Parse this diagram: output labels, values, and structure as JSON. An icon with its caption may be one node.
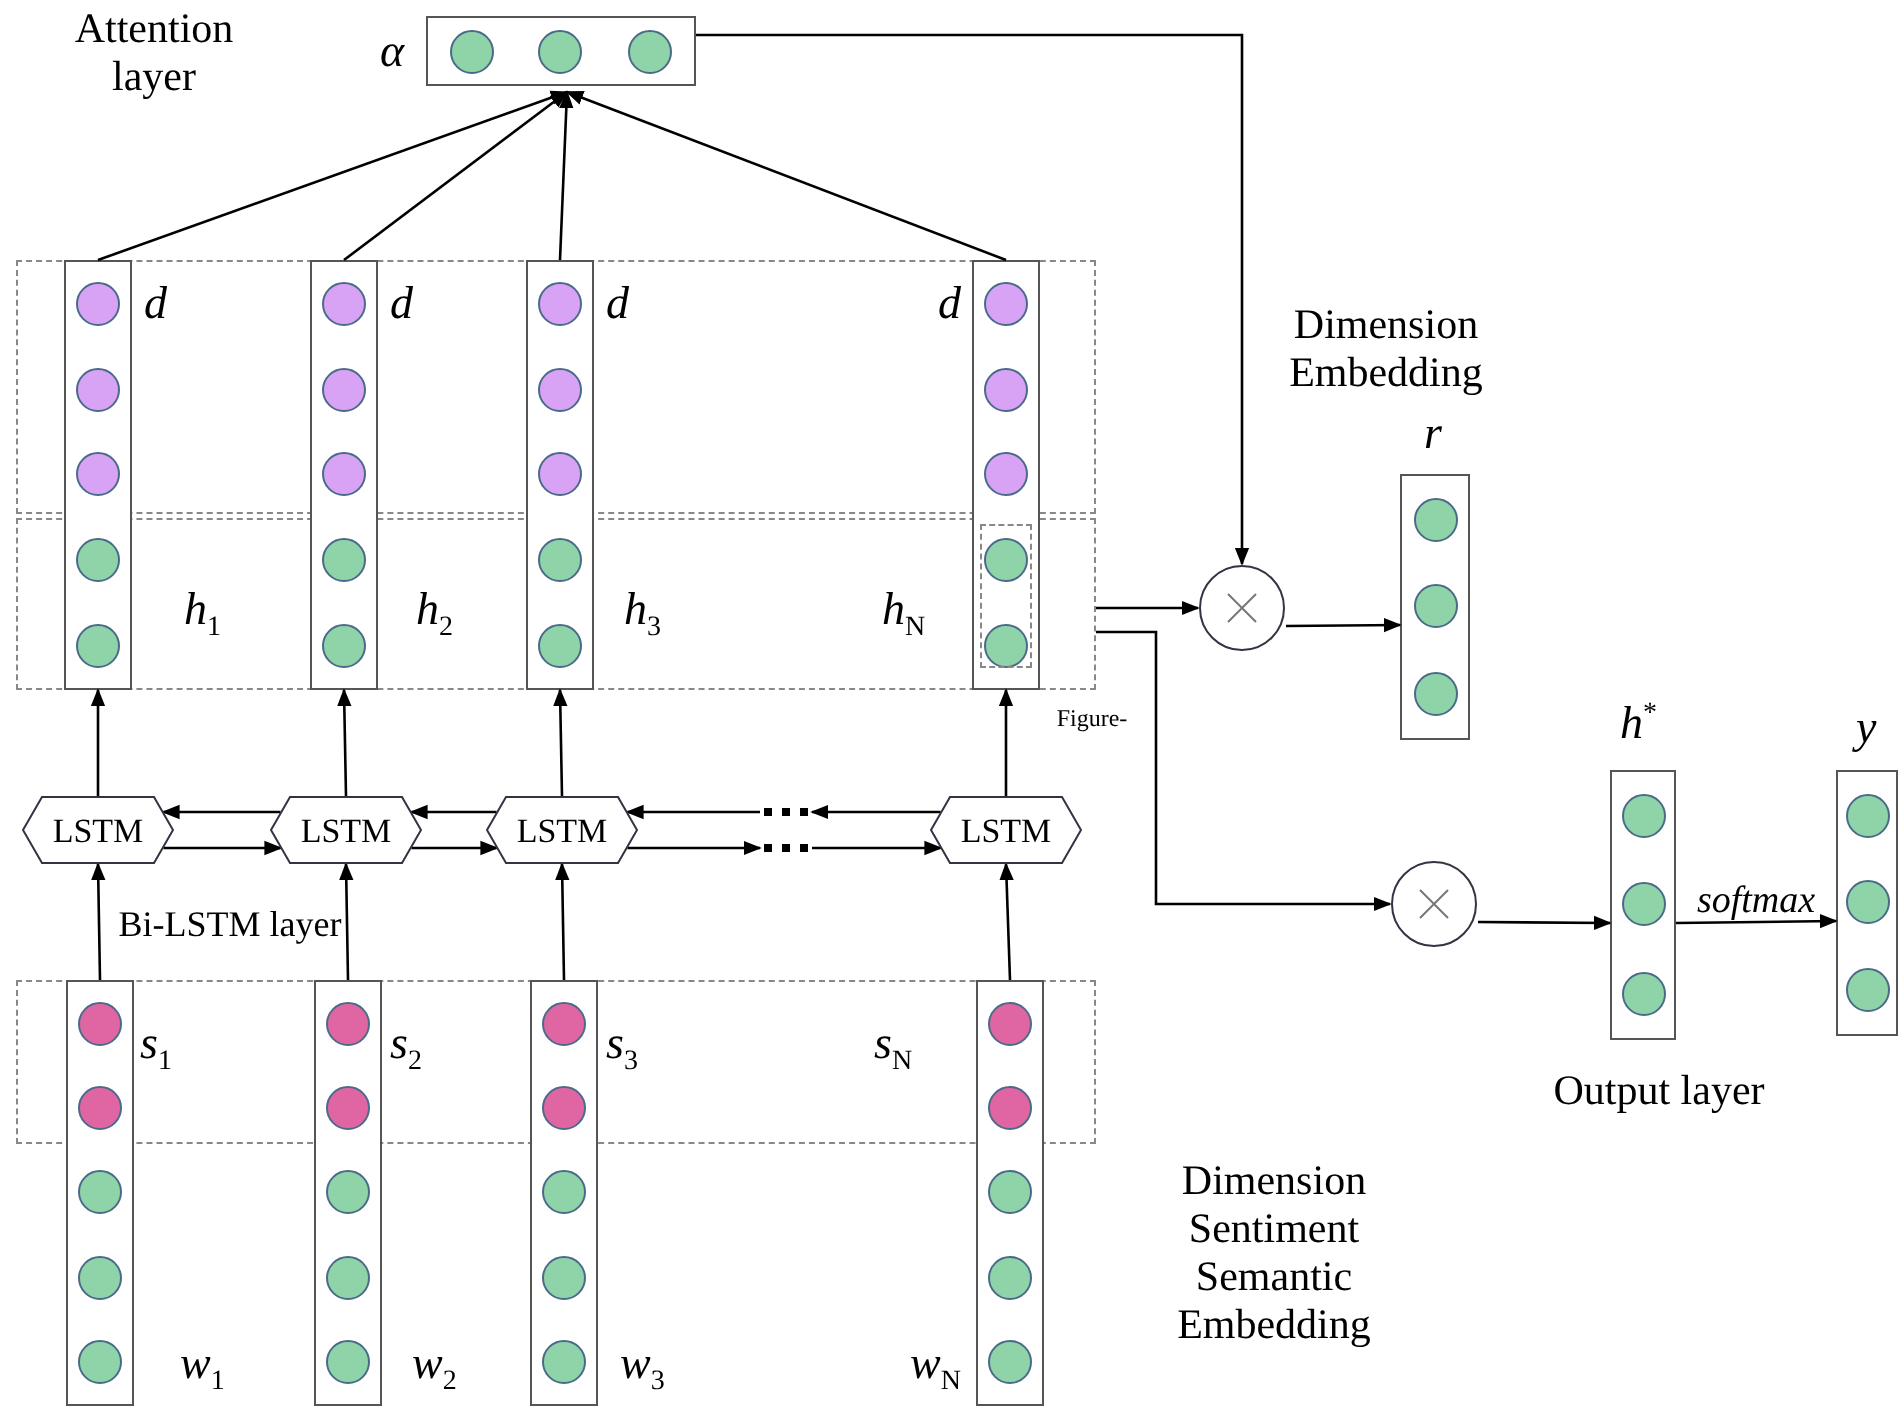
{
  "diagram": {
    "nodes": [
      {
        "text": [],
        "shape": "box",
        "beside": [
          "α"
        ]
      },
      {
        "text": [
          "h$_{1}$",
          "h$_{2}$",
          "h$_{3}$",
          "h$_{N}$"
        ]
      },
      {
        "text": [],
        "shape": "box",
        "beside": [
          "d"
        ]
      },
      {
        "text": [],
        "shape": "box",
        "beside": [
          "d"
        ]
      },
      {
        "text": [],
        "shape": "box",
        "beside": [
          "d"
        ]
      },
      {
        "text": [],
        "shape": "box",
        "beside": [
          "d"
        ]
      },
      {
        "text": [
          "LSTM"
        ]
      },
      {
        "text": [
          "LSTM"
        ]
      },
      {
        "text": [
          "LSTM"
        ]
      },
      {
        "text": [
          "LSTM"
        ]
      },
      {
        "text": [],
        "shape": "dots"
      },
      {
        "text": [
          "s$_{1}$",
          "s$_{2}$",
          "s$_{3}$",
          "s$_{N}$"
        ]
      },
      {
        "text": [],
        "shape": "box",
        "beside": [
          "w$_{1}$"
        ]
      },
      {
        "text": [],
        "shape": "box",
        "beside": [
          "w$_{2}$"
        ]
      },
      {
        "text": [],
        "shape": "box",
        "beside": [
          "w$_{3}$"
        ]
      },
      {
        "text": [],
        "shape": "box",
        "beside": [
          "w$_{N}$"
        ]
      },
      {
        "text": [],
        "shape": "circle"
      },
      {
        "text": [],
        "shape": "box",
        "beside": [
          "r"
        ]
      },
      {
        "text": [],
        "shape": "circle"
      },
      {
        "text": [],
        "shape": "box",
        "beside": [
          "h$^{*}$"
        ]
      },
      {
        "text": [],
        "shape": "box",
        "beside": [
          "y"
        ]
      }
    ],
    "edges": [
      {
        "from": 2,
        "to": 0,
        "arrow": "to"
      },
      {
        "from": 3,
        "to": 0,
        "arrow": "to"
      },
      {
        "from": 4,
        "to": 0,
        "arrow": "to"
      },
      {
        "from": 5,
        "to": 0,
        "arrow": "to"
      },
      {
        "from": 0,
        "to": 16,
        "arrow": "to"
      },
      {
        "from": 6,
        "to": 2,
        "arrow": "to"
      },
      {
        "from": 7,
        "to": 3,
        "arrow": "to"
      },
      {
        "from": 8,
        "to": 4,
        "arrow": "to"
      },
      {
        "from": 9,
        "to": 5,
        "arrow": "to"
      },
      {
        "from": 12,
        "to": 6,
        "arrow": "to"
      },
      {
        "from": 13,
        "to": 7,
        "arrow": "to"
      },
      {
        "from": 14,
        "to": 8,
        "arrow": "to"
      },
      {
        "from": 15,
        "to": 9,
        "arrow": "to"
      },
      {
        "from": 6,
        "to": 7,
        "arrow": "to"
      },
      {
        "from": 7,
        "to": 6,
        "arrow": "to"
      },
      {
        "from": 7,
        "to": 8,
        "arrow": "to"
      },
      {
        "from": 8,
        "to": 7,
        "arrow": "to"
      },
      {
        "from": 8,
        "to": 10,
        "arrow": "to"
      },
      {
        "from": 10,
        "to": 8,
        "arrow": "to"
      },
      {
        "from": 10,
        "to": 9,
        "arrow": "to"
      },
      {
        "from": 9,
        "to": 10,
        "arrow": "to"
      },
      {
        "from": 1,
        "to": 16,
        "arrow": "to"
      },
      {
        "from": 1,
        "to": 18,
        "arrow": "to"
      },
      {
        "from": 16,
        "to": 17,
        "arrow": "to"
      },
      {
        "from": 18,
        "to": 19,
        "arrow": "to"
      },
      {
        "from": 19,
        "to": 20,
        "arrow": "to",
        "label": "softmax"
      }
    ],
    "labels": [
      "Attention layer",
      "Dimension Embedding",
      "Figure-",
      "Bi-LSTM layer",
      "Output layer",
      "Dimension Sentiment Semantic Embedding"
    ]
  }
}
